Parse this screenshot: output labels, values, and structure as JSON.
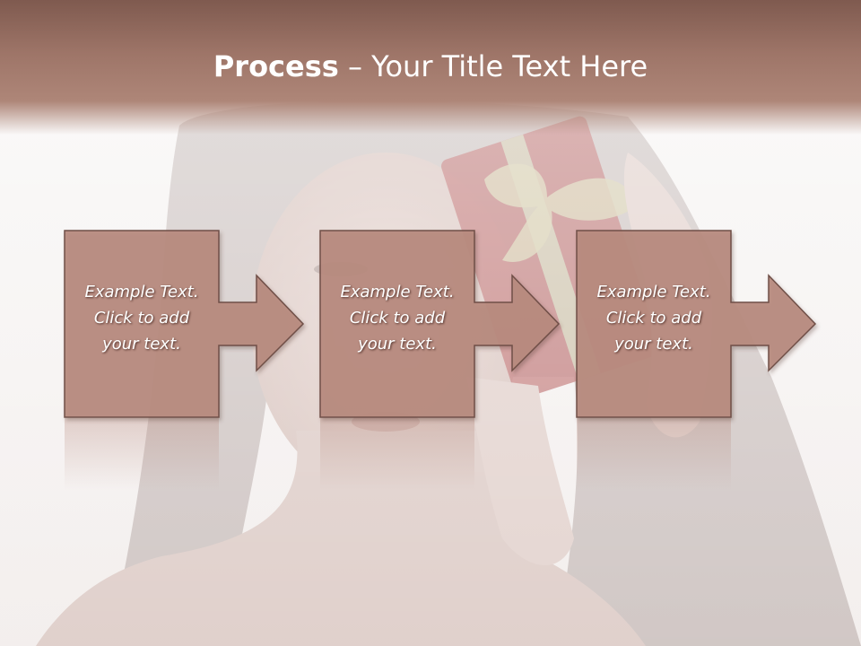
{
  "title": {
    "bold": "Process",
    "rest": " – Your Title Text Here"
  },
  "steps": [
    {
      "lines": [
        "Example Text.",
        "Click  to add",
        "your text."
      ]
    },
    {
      "lines": [
        "Example Text.",
        "Click  to add",
        "your text."
      ]
    },
    {
      "lines": [
        "Example Text.",
        "Click  to add",
        "your text."
      ]
    }
  ],
  "colors": {
    "title_band": "#a37a6d",
    "box_fill": "#b88b7f",
    "box_stroke": "#6f4f47",
    "text": "#ffffff"
  }
}
